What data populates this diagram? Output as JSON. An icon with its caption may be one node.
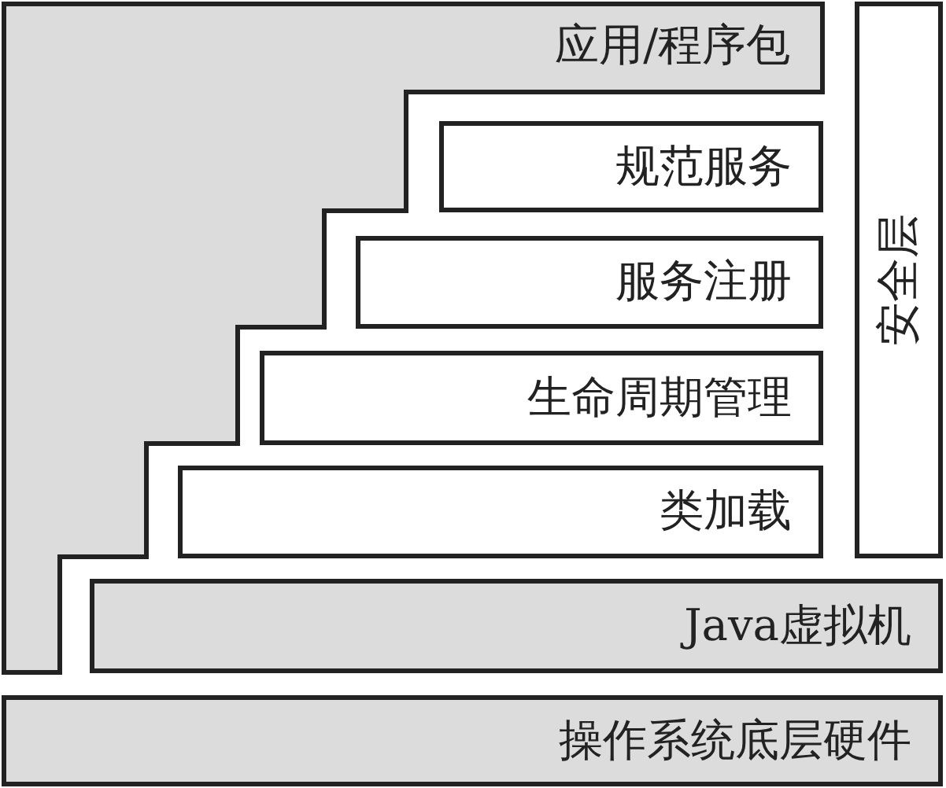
{
  "diagram": {
    "nodes": [
      {
        "text": [
          "应用/程序包"
        ]
      },
      {
        "text": [
          "规范服务"
        ]
      },
      {
        "text": [
          "服务注册"
        ]
      },
      {
        "text": [
          "生命周期管理"
        ]
      },
      {
        "text": [
          "类加载"
        ]
      },
      {
        "text": [
          "安全层"
        ]
      },
      {
        "text": [
          "Java虚拟机"
        ]
      },
      {
        "text": [
          "操作系统底层硬件"
        ]
      }
    ]
  }
}
